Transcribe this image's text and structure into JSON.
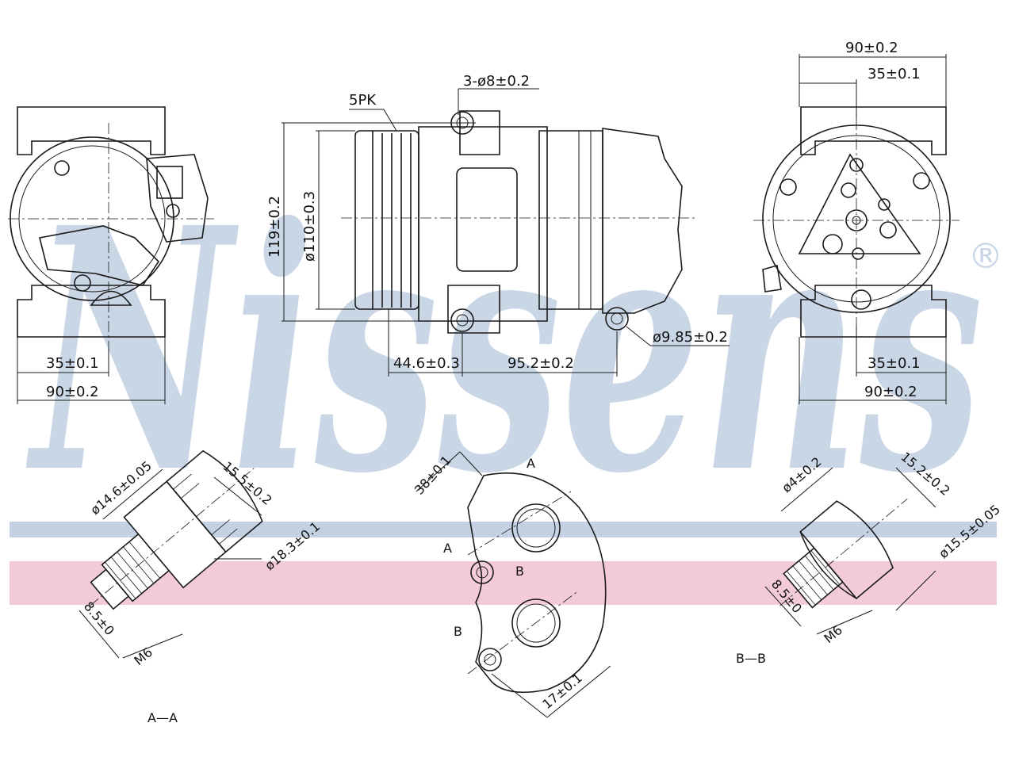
{
  "brand": {
    "watermark": "Nissens",
    "registered_mark": "®",
    "colors": {
      "watermark_blue": "#c9d6e6",
      "stripe_blue": "#c3d1e3",
      "stripe_pink": "#f2cbd6",
      "line": "#1a1a1a"
    }
  },
  "left_view": {
    "dim_35": "35±0.1",
    "dim_90": "90±0.2"
  },
  "side_view": {
    "belt": "5PK",
    "holes": "3-ø8±0.2",
    "height_119": "119±0.2",
    "dia_110": "ø110±0.3",
    "dim_44": "44.6±0.3",
    "dim_95": "95.2±0.2",
    "dia_9_85": "ø9.85±0.2"
  },
  "right_view": {
    "dim_90_top": "90±0.2",
    "dim_35_top": "35±0.1",
    "dim_35_bottom": "35±0.1",
    "dim_90_bottom": "90±0.2"
  },
  "section_a": {
    "dia_14_6": "ø14.6±0.05",
    "dim_15_5": "15.5±0.2",
    "dia_18_3": "ø18.3±0.1",
    "dim_8_5": "8.5±0",
    "thread": "M6",
    "label": "A—A"
  },
  "flange": {
    "dim_38": "38±0.1",
    "dim_17": "17±0.1",
    "mark_a_top": "A",
    "mark_a_side": "A",
    "mark_b_side": "B",
    "mark_b_low": "B"
  },
  "section_b": {
    "dia_4": "ø4±0.2",
    "dim_15_2": "15.2±0.2",
    "dia_15_5": "ø15.5±0.05",
    "dim_8_5": "8.5±0",
    "thread": "M6",
    "label": "B—B"
  }
}
